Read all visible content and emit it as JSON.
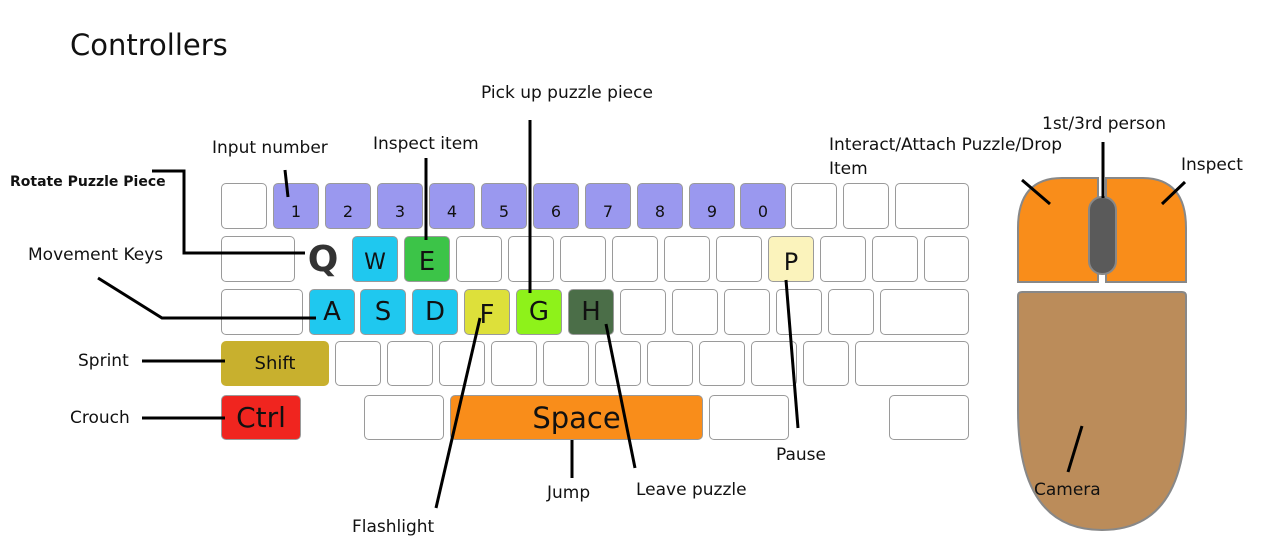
{
  "title": "Controllers",
  "colors": {
    "number_keys": "#9a98ef",
    "movement_keys": "#1fc8ef",
    "inspect_key": "#3cc448",
    "flashlight_key": "#dde03a",
    "pickup_key": "#8ef21a",
    "leave_key": "#4b6e48",
    "pause_key": "#fbf3bc",
    "shift_key": "#c8b02e",
    "ctrl_key": "#f0251f",
    "space_key": "#f98d1a",
    "mouse_buttons": "#f98d1a",
    "mouse_body": "#bb8c5a",
    "scroll_wheel": "#5a5a5a"
  },
  "number_keys": [
    "1",
    "2",
    "3",
    "4",
    "5",
    "6",
    "7",
    "8",
    "9",
    "0"
  ],
  "keys": {
    "q": "Q",
    "w": "W",
    "e": "E",
    "a": "A",
    "s": "S",
    "d": "D",
    "f": "F",
    "g": "G",
    "h": "H",
    "p": "P",
    "shift": "Shift",
    "ctrl": "Ctrl",
    "space": "Space"
  },
  "labels": {
    "rotate": "Rotate Puzzle Piece",
    "input_number": "Input number",
    "inspect_item": "Inspect item",
    "pick_up": "Pick up puzzle piece",
    "movement": "Movement Keys",
    "sprint": "Sprint",
    "crouch": "Crouch",
    "flashlight": "Flashlight",
    "jump": "Jump",
    "leave_puzzle": "Leave puzzle",
    "pause": "Pause",
    "interact_1": "Interact/Attach Puzzle/Drop",
    "interact_2": "Item",
    "person": "1st/3rd person",
    "inspect": "Inspect",
    "camera": "Camera"
  }
}
